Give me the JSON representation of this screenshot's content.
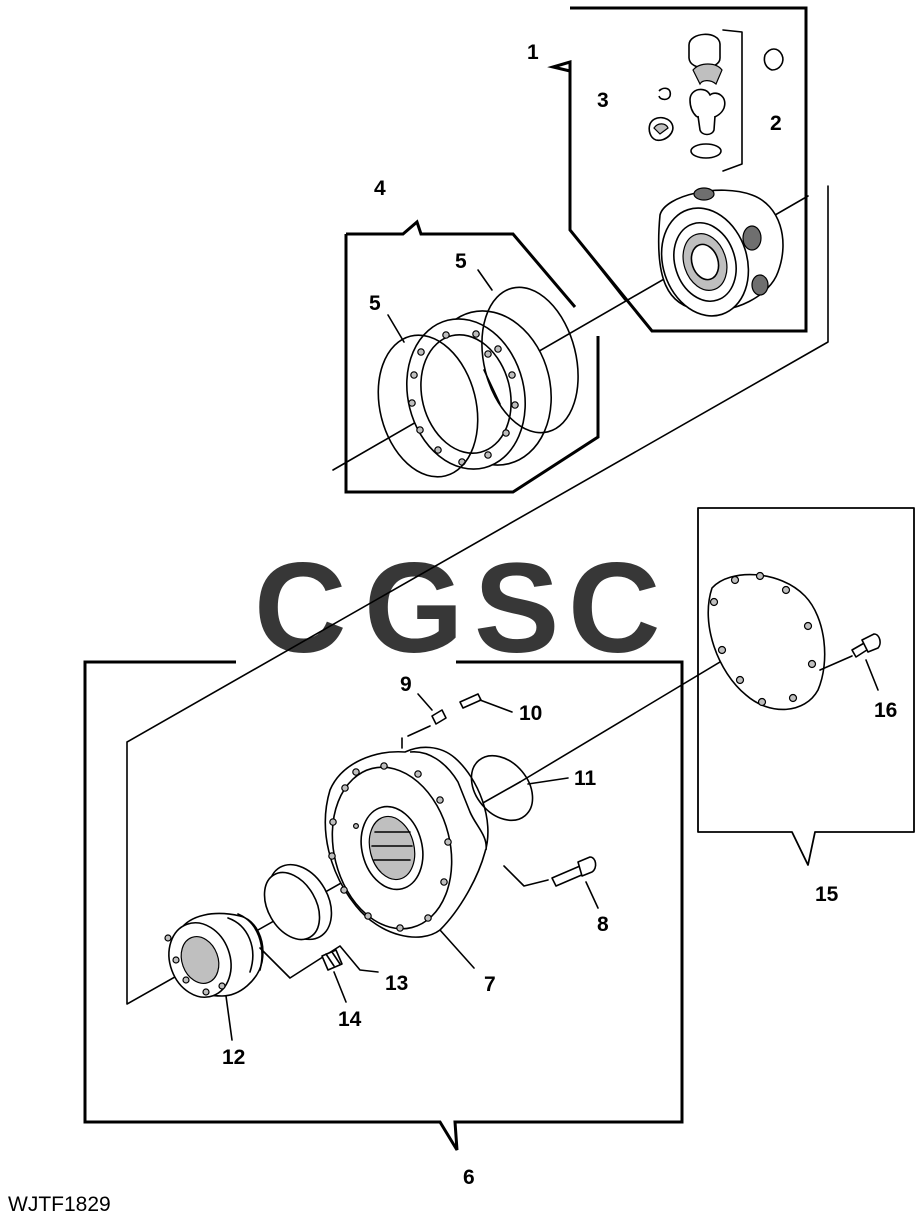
{
  "figure_id": "WJTF1829",
  "watermark": {
    "letters": [
      {
        "char": "C",
        "color": "#6aa6ff"
      },
      {
        "char": "G",
        "color": "#f47f7b"
      },
      {
        "char": "S",
        "color": "#ffd86b"
      },
      {
        "char": "C",
        "color": "#63bf98"
      }
    ]
  },
  "callouts": {
    "c1": "1",
    "c2": "2",
    "c3": "3",
    "c4": "4",
    "c5a": "5",
    "c5b": "5",
    "c6": "6",
    "c7": "7",
    "c8": "8",
    "c9": "9",
    "c10": "10",
    "c11": "11",
    "c12": "12",
    "c13": "13",
    "c14": "14",
    "c15": "15",
    "c16": "16"
  }
}
